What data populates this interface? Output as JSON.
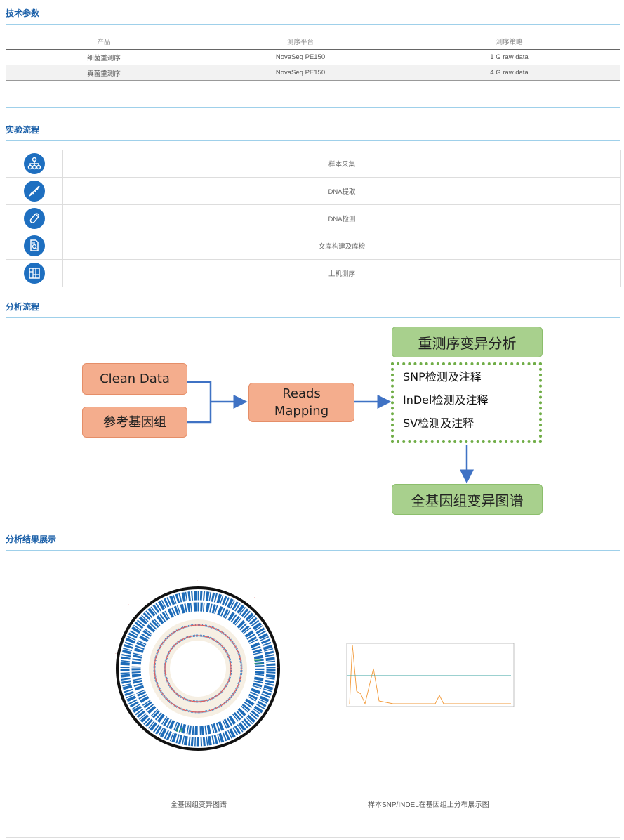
{
  "sections": {
    "tech_params": "技术参数",
    "workflow": "实验流程",
    "analysis": "分析流程",
    "results": "分析结果展示"
  },
  "params_table": {
    "headers": [
      "产品",
      "测序平台",
      "测序策略"
    ],
    "rows": [
      [
        "细菌重测序",
        "NovaSeq PE150",
        "1 G raw data"
      ],
      [
        "真菌重测序",
        "NovaSeq PE150",
        "4 G raw data"
      ]
    ]
  },
  "workflow_steps": [
    {
      "label": "样本采集",
      "icon": "sample-tree-icon"
    },
    {
      "label": "DNA提取",
      "icon": "dna-helix-icon"
    },
    {
      "label": "DNA检测",
      "icon": "test-tube-icon"
    },
    {
      "label": "文库构建及库检",
      "icon": "document-search-icon"
    },
    {
      "label": "上机测序",
      "icon": "grid-plate-icon"
    }
  ],
  "pipeline": {
    "clean_data": "Clean Data",
    "reference": "参考基因组",
    "reads_mapping_line1": "Reads",
    "reads_mapping_line2": "Mapping",
    "variant_analysis": "重测序变异分析",
    "items": [
      "SNP检测及注释",
      "InDel检测及注释",
      "SV检测及注释"
    ],
    "genome_map": "全基因组变异图谱"
  },
  "figures": {
    "circos_caption": "全基因组变异图谱",
    "snp_caption": "样本SNP/INDEL在基因组上分布展示图"
  },
  "colors": {
    "accent": "#1a5fa8",
    "orange_box": "#f4ad8d",
    "green_box": "#a8d08d",
    "arrow": "#3f72c4"
  }
}
